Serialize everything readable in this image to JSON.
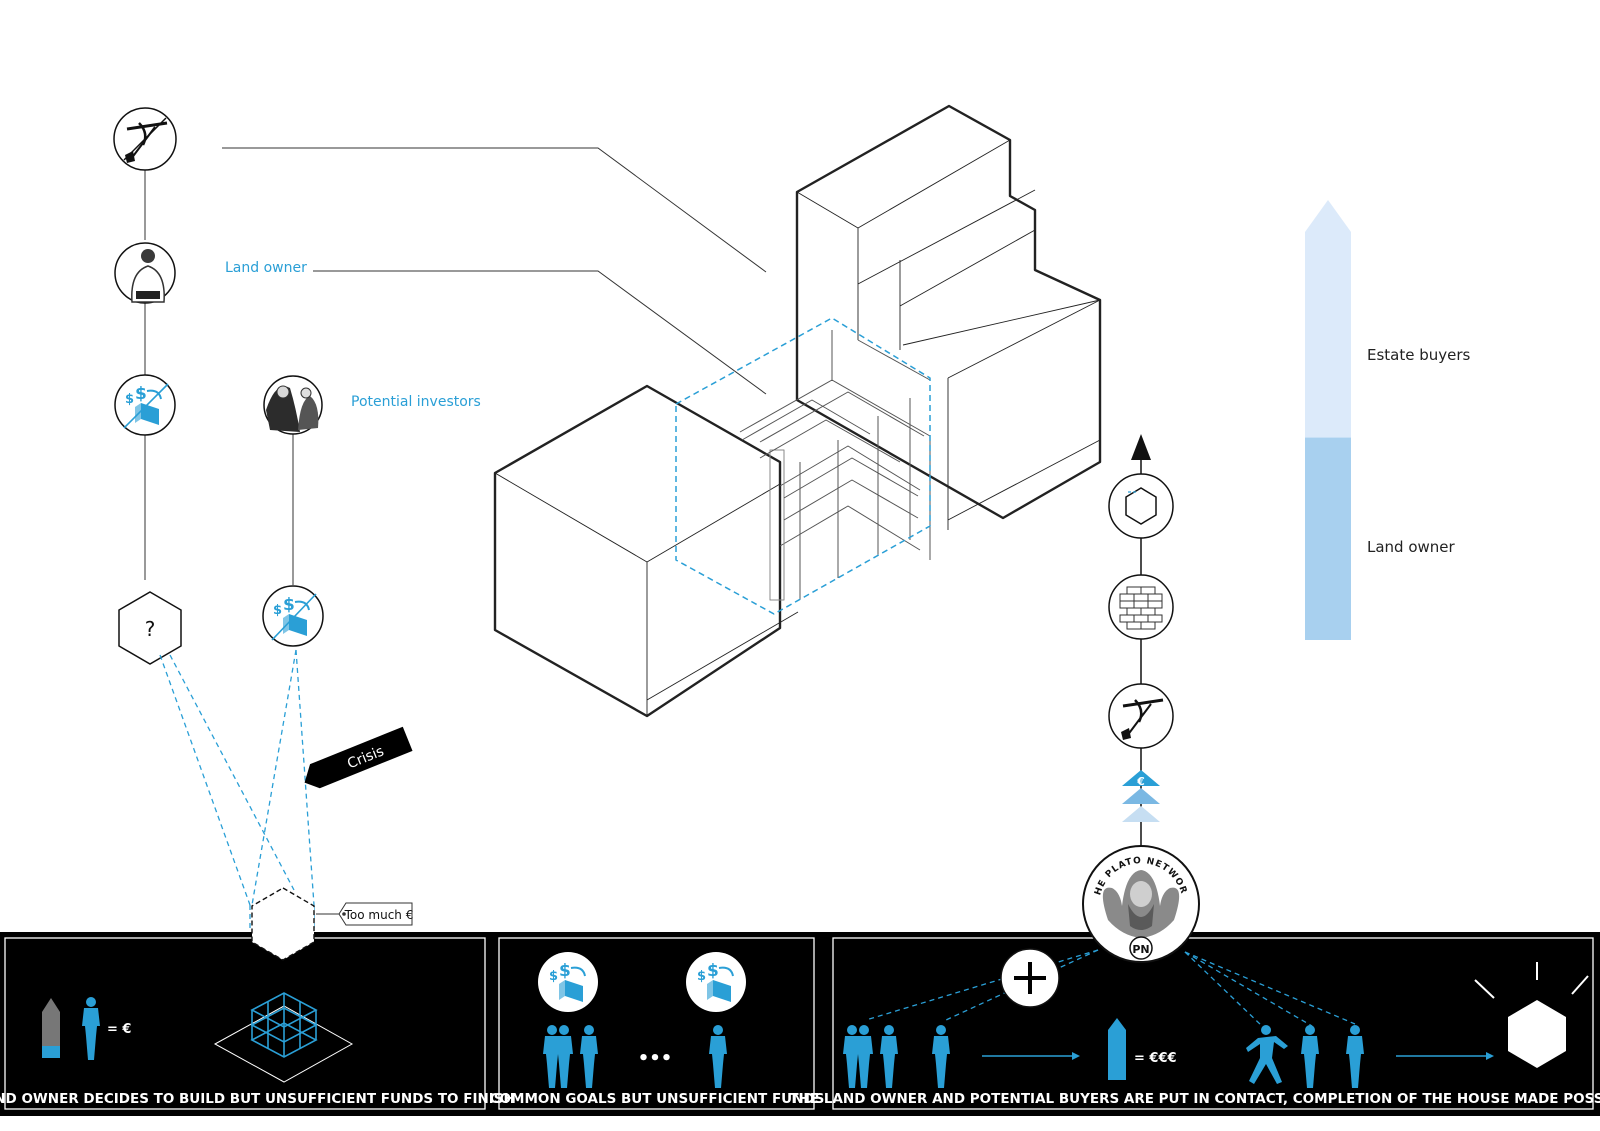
{
  "labels": {
    "land_owner": "Land owner",
    "potential_investors": "Potential investors",
    "crisis": "Crisis",
    "too_much": "Too much €",
    "question": "?"
  },
  "scale_bar": {
    "top_label": "Estate buyers",
    "bottom_label": "Land owner",
    "land_owner_fraction": 0.46
  },
  "panels": [
    {
      "caption": "LAND OWNER DECIDES TO BUILD BUT UNSUFFICIENT FUNDS TO FINISH",
      "equation": "= €"
    },
    {
      "caption": "COMMON GOALS BUT UNSUFFICIENT FUNDS",
      "ellipsis": "•••"
    },
    {
      "caption": "THE LAND OWNER AND POTENTIAL BUYERS ARE PUT IN CONTACT, COMPLETION OF THE HOUSE MADE POSSIBLE",
      "equation": "= €€€"
    }
  ],
  "network_logo": {
    "text": "THE PLATO NETWORK",
    "monogram": "PN"
  },
  "colors": {
    "accent": "#2a9fd6",
    "light": "#cfe3f7",
    "mid": "#a6cfee",
    "dark": "#000000"
  },
  "icons": [
    "tools-icon",
    "person-icon",
    "funding-icon",
    "investors-icon",
    "hexagon-icon",
    "bricks-icon",
    "euro-arrows-icon"
  ]
}
